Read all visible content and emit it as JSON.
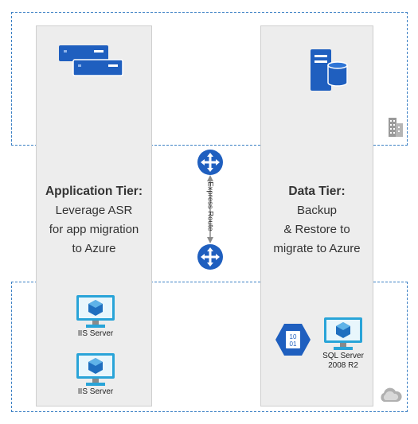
{
  "on_premises": {
    "building_icon": "building-icon"
  },
  "cloud": {
    "cloud_icon": "cloud-icon"
  },
  "app_tier": {
    "title": "Application Tier:",
    "lines": [
      "Leverage ASR",
      "for app migration",
      "to Azure"
    ],
    "servers_icon": "servers-icon",
    "vms": [
      {
        "label": "IIS Server"
      },
      {
        "label": "IIS Server"
      }
    ]
  },
  "data_tier": {
    "title": "Data Tier:",
    "lines": [
      "Backup",
      "& Restore to",
      "migrate to Azure"
    ],
    "db_icon": "database-server-icon",
    "backup_icon": "backup-vault-icon",
    "sql_vm": {
      "label_line1": "SQL Server",
      "label_line2": "2008 R2"
    }
  },
  "connection": {
    "label": "Express Route",
    "router_icon": "router-icon"
  },
  "colors": {
    "azure_blue": "#1f5fbf",
    "dashed_border": "#3a7fc4",
    "vm_blue": "#29a4d8",
    "column_bg": "#ededed"
  }
}
